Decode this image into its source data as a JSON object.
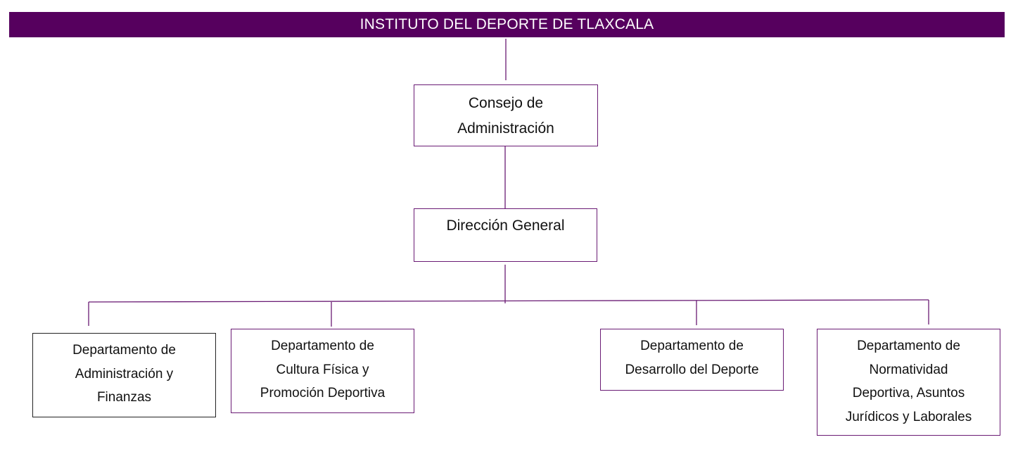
{
  "banner": {
    "title": "INSTITUTO DEL DEPORTE DE TLAXCALA",
    "background_color": "#56005e",
    "text_color": "#ffffff"
  },
  "colors": {
    "connector": "#6a1b74",
    "box_border_purple": "#6a1b74",
    "box_border_black": "#222222"
  },
  "nodes": {
    "consejo": {
      "lines": [
        "Consejo de",
        "Administración"
      ]
    },
    "direccion": {
      "lines": [
        "Dirección General"
      ]
    },
    "departments": [
      {
        "lines": [
          "Departamento de",
          "Administración y",
          "Finanzas"
        ]
      },
      {
        "lines": [
          "Departamento de",
          "Cultura Física y",
          "Promoción Deportiva"
        ]
      },
      {
        "lines": [
          "Departamento de",
          "Desarrollo del Deporte"
        ]
      },
      {
        "lines": [
          "Departamento de",
          "Normatividad",
          "Deportiva, Asuntos",
          "Jurídicos y Laborales"
        ]
      }
    ]
  }
}
